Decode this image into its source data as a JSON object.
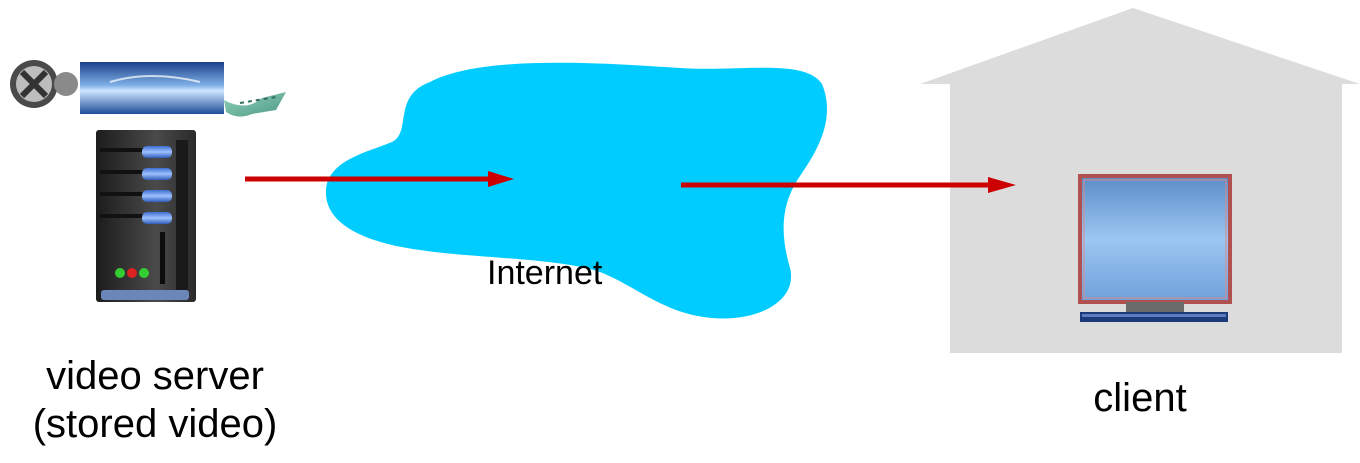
{
  "colors": {
    "cloud": "#00ccff",
    "arrow": "#cc0000",
    "house": "#dcdcdc",
    "monitor_frame": "#b05050",
    "server_body": "#2a2a2a"
  },
  "server": {
    "label_line1": "video server",
    "label_line2": "(stored video)"
  },
  "network": {
    "label": "Internet"
  },
  "client": {
    "label": "client"
  }
}
